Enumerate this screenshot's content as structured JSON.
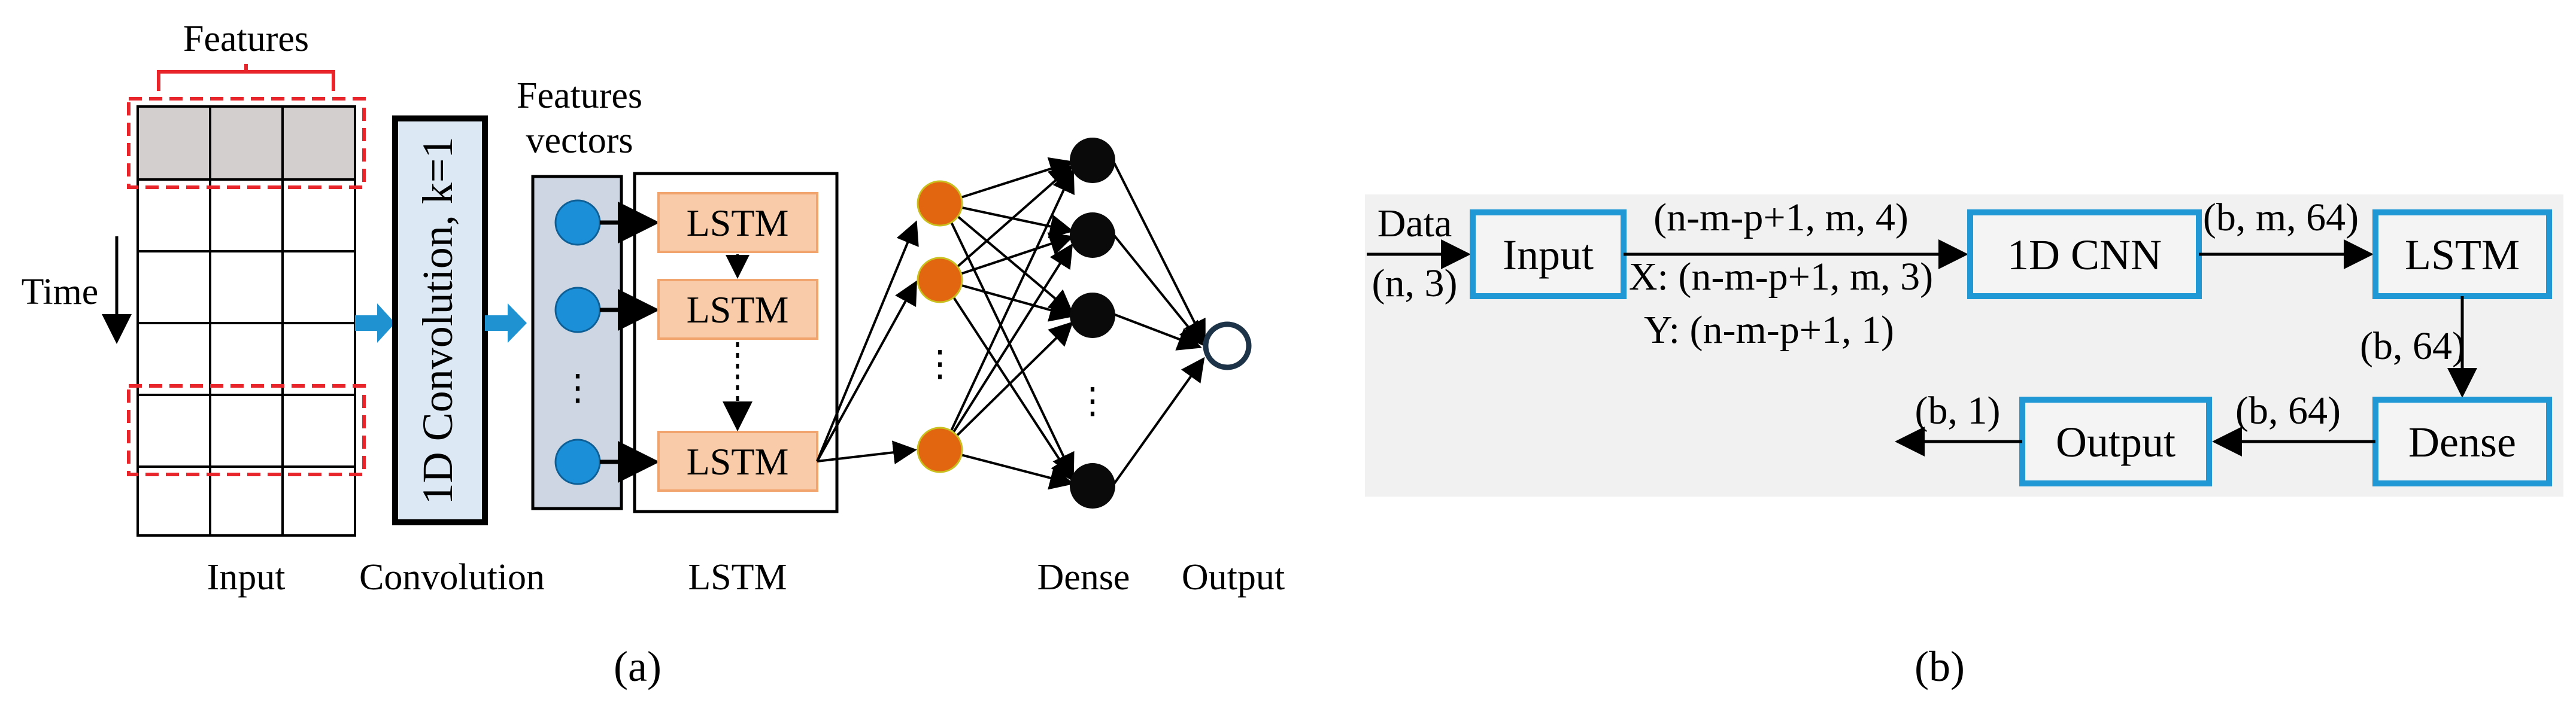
{
  "panel_a": {
    "features_label": "Features",
    "time_label": "Time",
    "input_label": "Input",
    "conv_box_text": "1D Convolution, k=1",
    "conv_label": "Convolution",
    "fv_label_line1": "Features",
    "fv_label_line2": "vectors",
    "fv_dots": "⋮",
    "lstm_cells": [
      "LSTM",
      "LSTM",
      "LSTM"
    ],
    "lstm_label": "LSTM",
    "dense_dots": "⋮",
    "dense_label": "Dense",
    "output_label": "Output",
    "caption": "(a)",
    "colors": {
      "dashed_box": "#e8252a",
      "header_cells": "#d3cfcf",
      "arrow_blue": "#1f93d2",
      "conv_fill": "#dce9f5",
      "fv_fill": "#cdd6e2",
      "node_blue": "#1b8fd8",
      "lstm_fill": "#f9cba8",
      "lstm_border": "#f1a46e",
      "node_orange": "#e2660f",
      "node_black": "#0a0a0a",
      "output_node_border": "#1d3347"
    }
  },
  "panel_b": {
    "data_label": "Data",
    "data_shape": "(n, 3)",
    "input_box": "Input",
    "edge_input_cnn_top": "(n-m-p+1, m, 4)",
    "edge_input_cnn_x": "X: (n-m-p+1, m, 3)",
    "edge_input_cnn_y": "Y: (n-m-p+1, 1)",
    "cnn_box": "1D CNN",
    "edge_cnn_lstm": "(b, m, 64)",
    "lstm_box": "LSTM",
    "edge_lstm_dense": "(b, 64)",
    "dense_box": "Dense",
    "edge_dense_output": "(b, 64)",
    "output_box": "Output",
    "edge_output_final": "(b, 1)",
    "caption": "(b)",
    "colors": {
      "background": "#f1f1f1",
      "box_border": "#1f98d5",
      "box_fill": "#f4f4f4"
    }
  }
}
